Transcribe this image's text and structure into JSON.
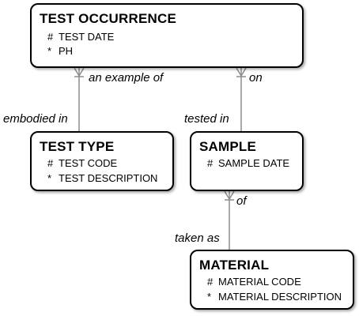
{
  "entities": {
    "test_occurrence": {
      "name": "TEST OCCURRENCE",
      "attributes": [
        {
          "marker": "#",
          "name": "TEST DATE"
        },
        {
          "marker": "*",
          "name": "PH"
        }
      ]
    },
    "test_type": {
      "name": "TEST TYPE",
      "attributes": [
        {
          "marker": "#",
          "name": "TEST CODE"
        },
        {
          "marker": "*",
          "name": "TEST DESCRIPTION"
        }
      ]
    },
    "sample": {
      "name": "SAMPLE",
      "attributes": [
        {
          "marker": "#",
          "name": "SAMPLE DATE"
        }
      ]
    },
    "material": {
      "name": "MATERIAL",
      "attributes": [
        {
          "marker": "#",
          "name": "MATERIAL CODE"
        },
        {
          "marker": "*",
          "name": "MATERIAL DESCRIPTION"
        }
      ]
    }
  },
  "relationships": {
    "occurrence_type": {
      "from_label": "an example of",
      "to_label": "embodied in"
    },
    "occurrence_sample": {
      "from_label": "on",
      "to_label": "tested in"
    },
    "sample_material": {
      "from_label": "of",
      "to_label": "taken as"
    }
  },
  "colors": {
    "line": "#8c8c8c",
    "border": "#000000"
  }
}
